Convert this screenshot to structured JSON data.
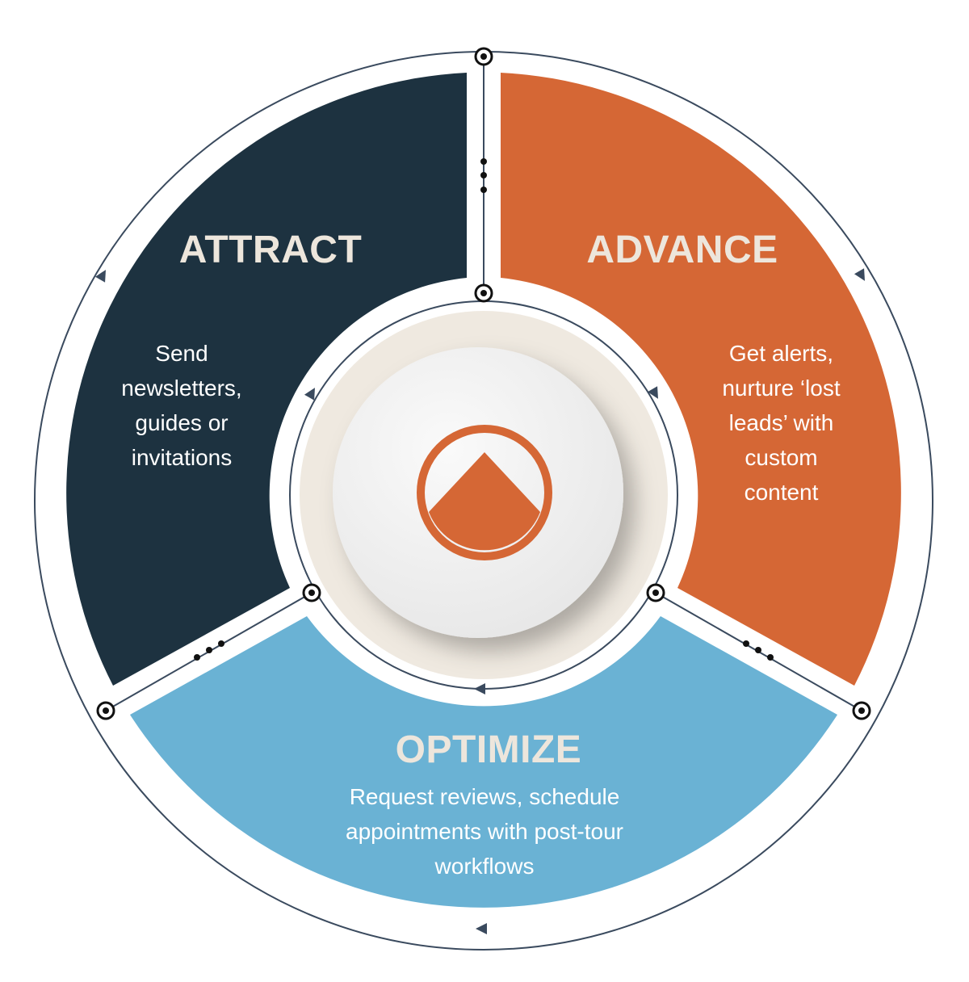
{
  "segments": {
    "attract": {
      "title": "ATTRACT",
      "lines": [
        "Send",
        "newsletters,",
        "guides or",
        "invitations"
      ]
    },
    "advance": {
      "title": "ADVANCE",
      "lines": [
        "Get alerts,",
        "nurture ‘lost",
        "leads’ with",
        "custom",
        "content"
      ]
    },
    "optimize": {
      "title": "OPTIMIZE",
      "lines": [
        "Request reviews, schedule",
        "appointments with post-tour",
        "workflows"
      ]
    }
  },
  "colors": {
    "attract": "#1d3240",
    "advance": "#d56735",
    "optimize": "#6ab2d4",
    "title_text": "#ede6dc",
    "ring_line": "#3a4a5e",
    "hub_ring": "#efe9e0",
    "hub_disc": "#f3f3f3",
    "logo": "#d56735"
  },
  "icons": {
    "center_logo": "mountain-peak-in-circle-logo",
    "flow_arrow": "arrowhead-icon",
    "node": "ring-node-icon"
  }
}
